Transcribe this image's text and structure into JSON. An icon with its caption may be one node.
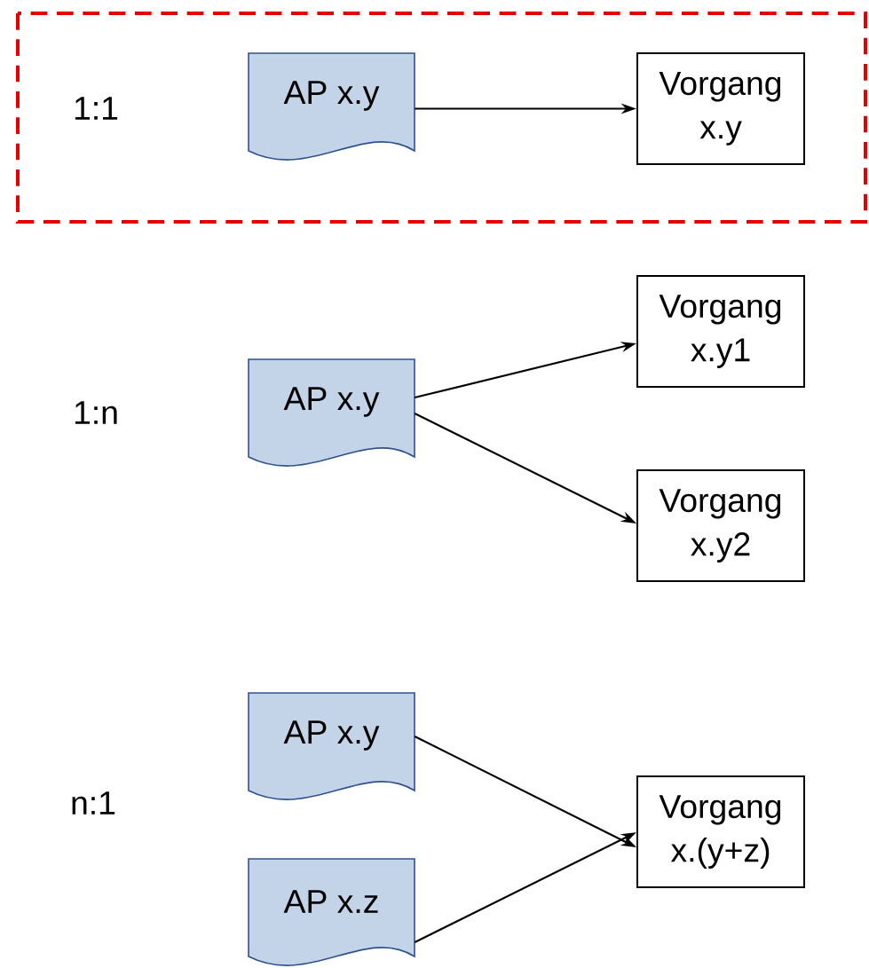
{
  "diagram": {
    "nodes": [
      {
        "text": [
          "1:1"
        ]
      },
      {
        "text": [
          "AP x.y"
        ],
        "in": 0
      },
      {
        "text": [
          "Vorgang x.y"
        ],
        "in": 0
      },
      {
        "text": [
          "AP x.y"
        ]
      },
      {
        "text": [
          "Vorgang x.y1"
        ]
      },
      {
        "text": [
          "Vorgang x.y2"
        ]
      },
      {
        "text": [
          "AP x.y"
        ]
      },
      {
        "text": [
          "AP x.z"
        ]
      },
      {
        "text": [
          "Vorgang x.(y+z)"
        ]
      }
    ],
    "edges": [
      {
        "from": 1,
        "to": 2,
        "arrow": "to"
      },
      {
        "from": 3,
        "to": 4,
        "arrow": "to"
      },
      {
        "from": 3,
        "to": 5,
        "arrow": "to"
      },
      {
        "from": 6,
        "to": 8,
        "arrow": "to"
      },
      {
        "from": 7,
        "to": 8,
        "arrow": "to"
      }
    ],
    "labels": [
      "1:n",
      "n:1"
    ]
  }
}
